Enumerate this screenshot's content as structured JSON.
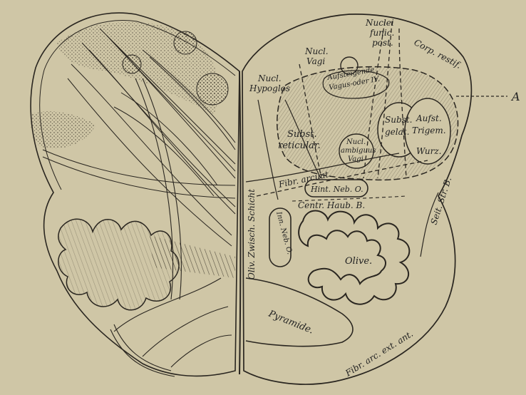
{
  "colors": {
    "paper": "#cfc6a6",
    "ink": "#2a2620",
    "shade": "#b3aa8e"
  },
  "labels": {
    "nucl_funic_post_1": "Nuclei",
    "nucl_funic_post_2": "funic.",
    "nucl_funic_post_3": "post.",
    "nucl_vagi_1": "Nucl.",
    "nucl_vagi_2": "Vagi",
    "aufsteig_vagus_1": "Aufsteigende",
    "aufsteig_vagus_2": "Vagus-oder IV.",
    "corp_restif": "Corp. restif.",
    "nucl_hypoglos_1": "Nucl.",
    "nucl_hypoglos_2": "Hypoglos",
    "marker_a": "A",
    "subst_reticular_1": "Subst.",
    "subst_reticular_2": "reticular.",
    "nucl_ambiguus_1": "Nucl.",
    "nucl_ambiguus_2": "ambiguus",
    "nucl_ambiguus_3": "Vagi",
    "subst_gelat_1": "Subst.",
    "subst_gelat_2": "gelat.",
    "aufst_trigem_1": "Aufst.",
    "aufst_trigem_2": "Trigem.",
    "aufst_trigem_3": "Wurz.",
    "fibr_arcuat": "Fibr. arcuat.",
    "hint_neb_o": "Hint. Neb. O.",
    "contr_haub_b": "Centr. Haub. B.",
    "seit_str_b": "Seit. Str. B.",
    "oliv_zwisch_schicht": "Oliv. Zwisch. Schicht",
    "inn_neb_o": "Inn. Neb. O.",
    "olive": "Olive.",
    "pyramide": "Pyramide.",
    "fibr_arc_ext_ant": "Fibr. arc. ext. ant."
  }
}
